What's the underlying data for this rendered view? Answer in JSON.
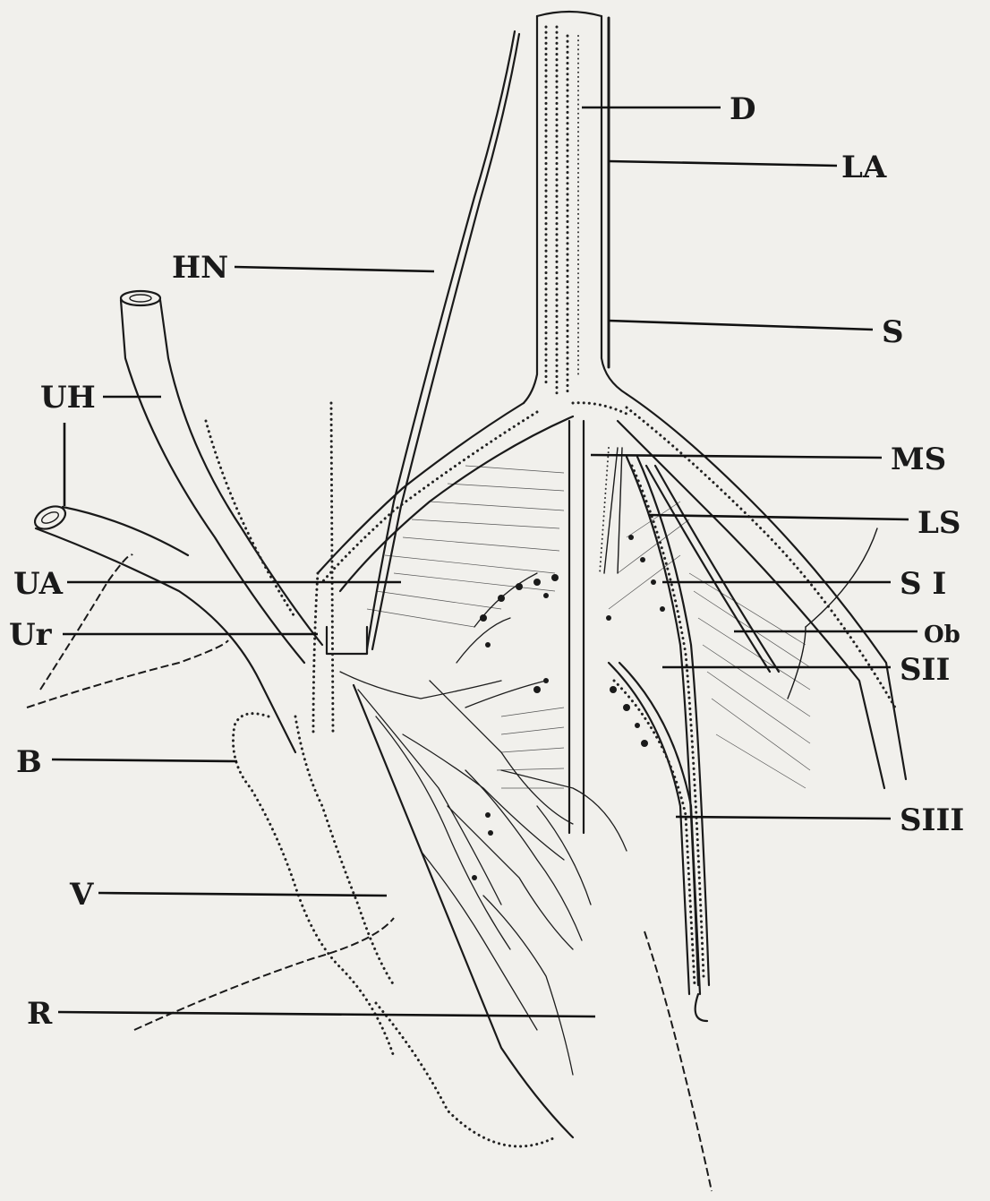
{
  "labels": {
    "D": "D",
    "LA": "LA",
    "HN": "HN",
    "S": "S",
    "UH": "UH",
    "MS": "MS",
    "LS": "LS",
    "UA": "UA",
    "SI": "S I",
    "Ur": "Ur",
    "Ob": "Ob",
    "SII": "SII",
    "B": "B",
    "SIII": "SIII",
    "V": "V",
    "R": "R"
  }
}
